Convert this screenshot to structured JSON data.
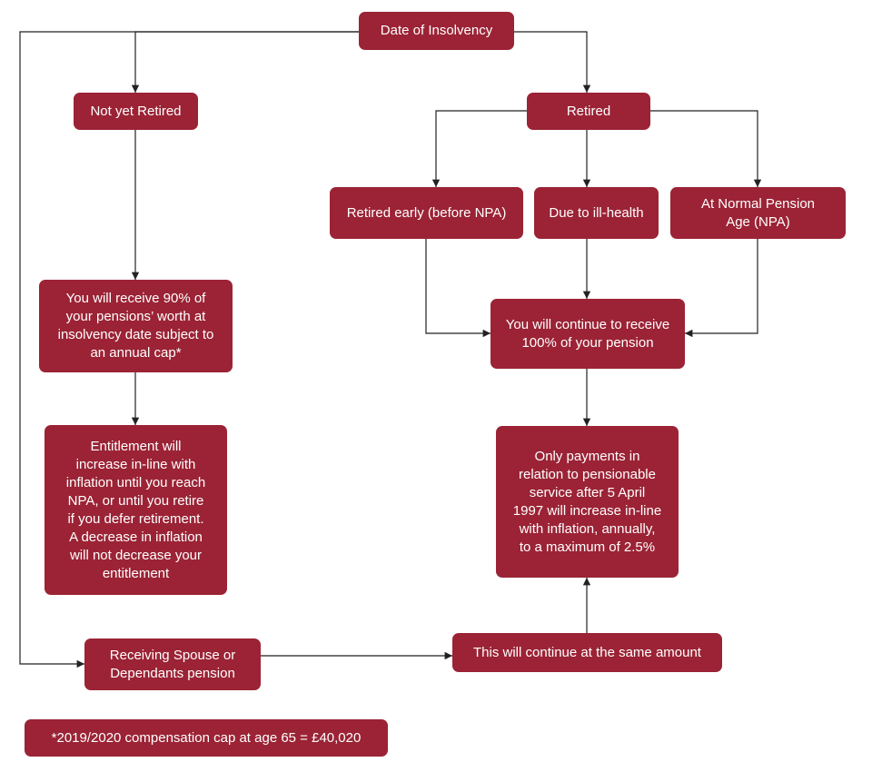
{
  "colors": {
    "box": "#9b2335",
    "line": "#222222",
    "text": "#ffffff"
  },
  "nodes": {
    "date_of_insolvency": "Date of Insolvency",
    "not_yet_retired": "Not yet Retired",
    "retired": "Retired",
    "retired_early": "Retired early (before NPA)",
    "ill_health": "Due to ill-health",
    "normal_pension_age": "At Normal Pension\nAge (NPA)",
    "ninety_percent": "You will receive 90% of\nyour pensions’ worth at\ninsolvency date subject to\nan annual cap*",
    "hundred_percent": "You will continue to receive\n100% of your pension",
    "entitlement": "Entitlement will\nincrease in-line with\ninflation until you reach\nNPA, or until you retire\nif you defer retirement.\nA decrease in inflation\nwill not decrease your\nentitlement",
    "only_payments": "Only payments in\nrelation to pensionable\nservice after 5 April\n1997 will increase in-line\nwith inflation, annually,\nto a maximum of 2.5%",
    "spouse_pension": "Receiving Spouse or\nDependants pension",
    "same_amount": "This will continue at the same amount",
    "cap_note": "*2019/2020 compensation cap at age 65  = £40,020"
  }
}
